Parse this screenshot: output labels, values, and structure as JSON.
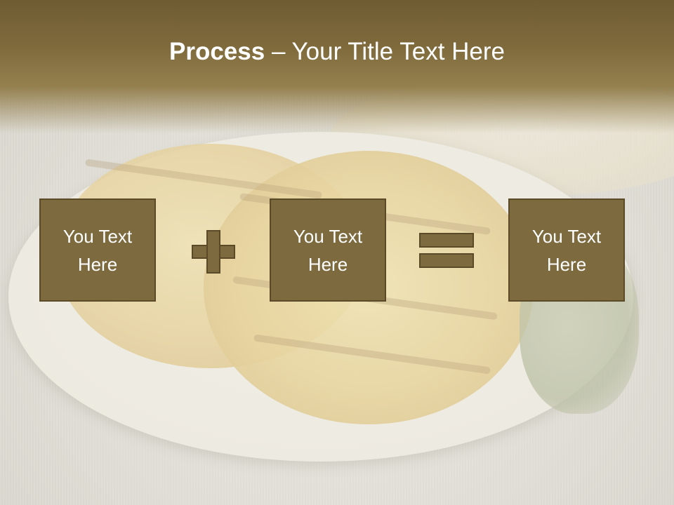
{
  "title": {
    "strong": "Process",
    "rest": " – Your Title Text Here"
  },
  "boxes": [
    {
      "text": "You Text Here"
    },
    {
      "text": "You Text Here"
    },
    {
      "text": "You Text Here"
    }
  ],
  "icons": {
    "operator1": "plus-icon",
    "operator2": "equals-icon"
  },
  "colors": {
    "header": "#7f6a3c",
    "box_fill": "#7d6a3e",
    "box_border": "#5a4a28",
    "text": "#ffffff"
  }
}
